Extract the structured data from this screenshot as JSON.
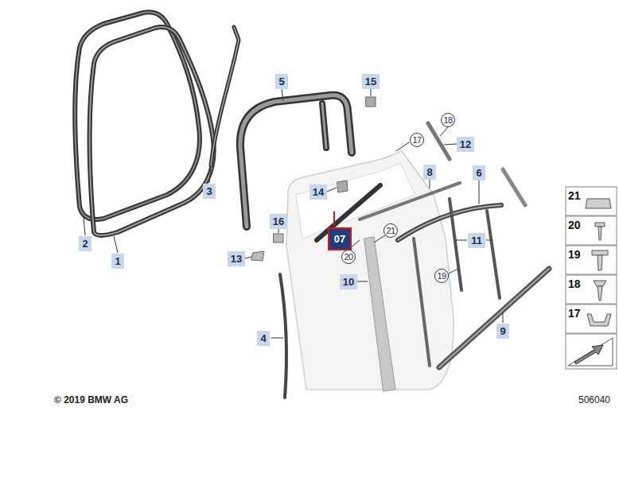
{
  "diagram": {
    "labels": [
      "1",
      "2",
      "3",
      "4",
      "5",
      "15",
      "17",
      "18",
      "12",
      "8",
      "6",
      "14",
      "16",
      "13",
      "07",
      "21",
      "20",
      "11",
      "10",
      "19",
      "9",
      "21",
      "20",
      "19",
      "18",
      "17",
      "© 2019 BMW AG",
      "506040"
    ]
  }
}
